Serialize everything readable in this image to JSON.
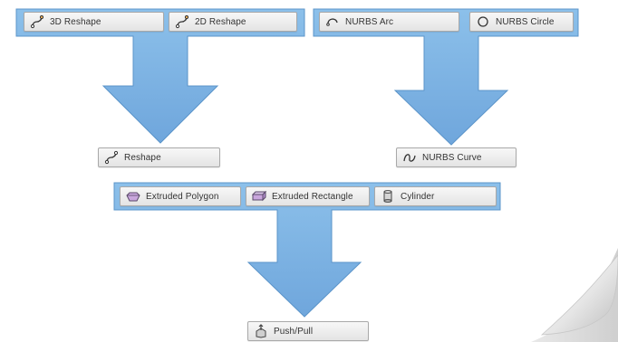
{
  "tools": {
    "reshape_3d": "3D Reshape",
    "reshape_2d": "2D Reshape",
    "reshape": "Reshape",
    "nurbs_arc": "NURBS Arc",
    "nurbs_circle": "NURBS Circle",
    "nurbs_curve": "NURBS Curve",
    "extruded_polygon": "Extruded Polygon",
    "extruded_rectangle": "Extruded Rectangle",
    "cylinder": "Cylinder",
    "push_pull": "Push/Pull"
  },
  "colors": {
    "arrow_fill": "#7fb3e3",
    "arrow_stroke": "#5b94c9",
    "button_border": "#a9a9a9"
  }
}
